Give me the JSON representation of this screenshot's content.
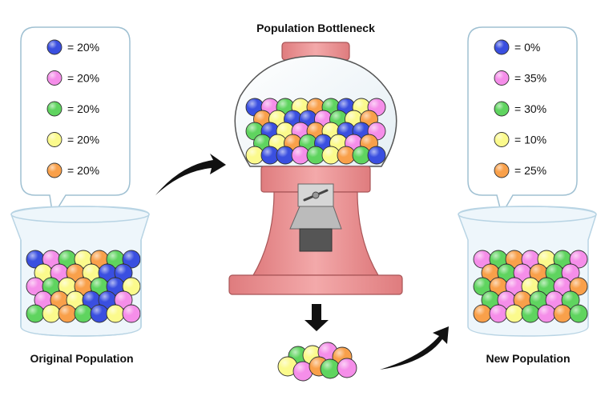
{
  "diagram": {
    "title": "Population Bottleneck",
    "colors": {
      "blue": "#3a4fe0",
      "pink": "#f58ee9",
      "green": "#5fd45f",
      "yellow": "#fbfa8c",
      "orange": "#f9a04a",
      "machine": "#e88a8c",
      "machine_dark": "#c96669",
      "beaker": "#eef6fb",
      "beaker_rim": "#b8d4e4",
      "bubble_border": "#9fc0d2",
      "arrow": "#111111"
    },
    "original": {
      "label": "Original Population",
      "legend": [
        {
          "color": "blue",
          "text": "= 20%"
        },
        {
          "color": "pink",
          "text": "= 20%"
        },
        {
          "color": "green",
          "text": "= 20%"
        },
        {
          "color": "yellow",
          "text": "= 20%"
        },
        {
          "color": "orange",
          "text": "= 20%"
        }
      ]
    },
    "new": {
      "label": "New Population",
      "legend": [
        {
          "color": "blue",
          "text": "= 0%"
        },
        {
          "color": "pink",
          "text": "= 35%"
        },
        {
          "color": "green",
          "text": "= 30%"
        },
        {
          "color": "yellow",
          "text": "= 10%"
        },
        {
          "color": "orange",
          "text": "= 25%"
        }
      ]
    }
  }
}
